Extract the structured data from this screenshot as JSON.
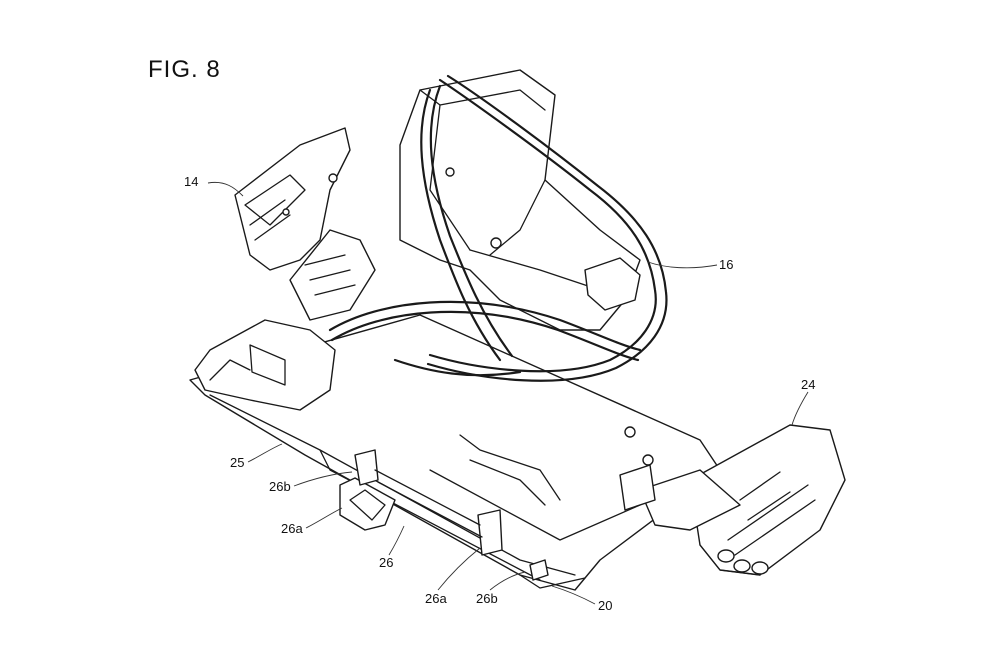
{
  "figure": {
    "title": "FIG. 8",
    "labels": {
      "l14": "14",
      "l16": "16",
      "l24": "24",
      "l25": "25",
      "l26b_left": "26b",
      "l26a_left": "26a",
      "l26": "26",
      "l26a_bottom": "26a",
      "l26b_bottom": "26b",
      "l20": "20"
    }
  }
}
